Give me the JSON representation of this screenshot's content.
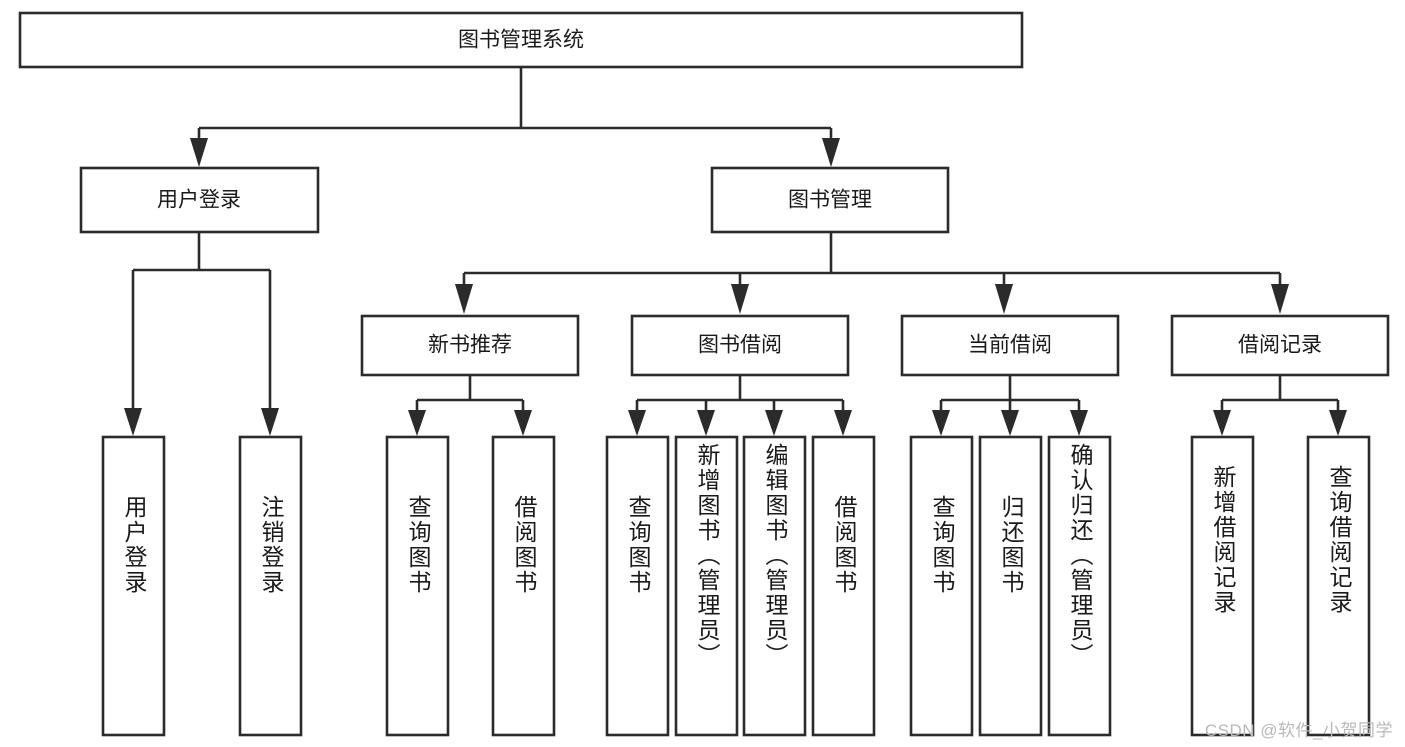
{
  "diagram": {
    "type": "tree",
    "title": "图书管理系统",
    "root": {
      "label": "图书管理系统",
      "level": 0
    },
    "level2": [
      {
        "label": "用户登录"
      },
      {
        "label": "图书管理"
      }
    ],
    "level3": [
      {
        "label": "新书推荐"
      },
      {
        "label": "图书借阅"
      },
      {
        "label": "当前借阅"
      },
      {
        "label": "借阅记录"
      }
    ],
    "leaves": {
      "user_login": [
        {
          "label": "用户登录"
        },
        {
          "label": "注销登录"
        }
      ],
      "new_book_recommend": [
        {
          "label": "查询图书"
        },
        {
          "label": "借阅图书"
        }
      ],
      "book_borrow": [
        {
          "label": "查询图书"
        },
        {
          "label": "新增图书（管理员）"
        },
        {
          "label": "编辑图书（管理员）"
        },
        {
          "label": "借阅图书"
        }
      ],
      "current_borrow": [
        {
          "label": "查询图书"
        },
        {
          "label": "归还图书"
        },
        {
          "label": "确认归还（管理员）"
        }
      ],
      "borrow_record": [
        {
          "label": "新增借阅记录"
        },
        {
          "label": "查询借阅记录"
        }
      ]
    },
    "colors": {
      "stroke": "#2b2b2b",
      "fill": "#ffffff",
      "text": "#1a1a1a",
      "watermark": "#b9b9b9"
    }
  },
  "watermark": {
    "text": "CSDN @软件_小贺同学"
  }
}
